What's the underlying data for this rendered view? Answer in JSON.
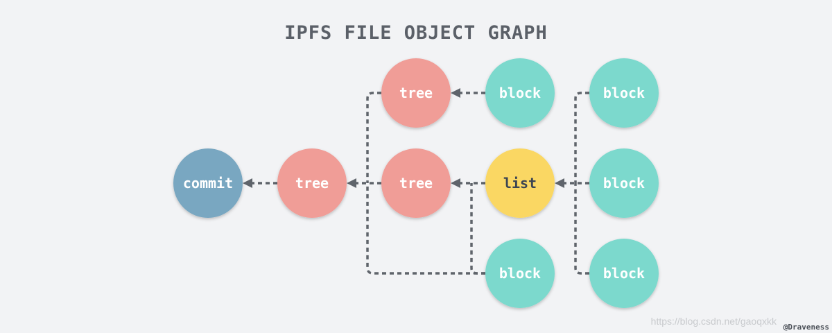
{
  "diagram": {
    "title": "IPFS FILE OBJECT GRAPH",
    "credit": "@Draveness",
    "watermark": "https://blog.csdn.net/gaoqxkk",
    "colors": {
      "commit": "#79a7c1",
      "tree": "#f09d97",
      "block": "#7cd9cd",
      "list": "#fad764",
      "edge": "#5f646b",
      "background": "#f2f3f5"
    },
    "nodes": [
      {
        "id": "commit",
        "label": "commit",
        "kind": "commit"
      },
      {
        "id": "tree-root",
        "label": "tree",
        "kind": "tree"
      },
      {
        "id": "tree-top",
        "label": "tree",
        "kind": "tree"
      },
      {
        "id": "tree-mid",
        "label": "tree",
        "kind": "tree"
      },
      {
        "id": "block-a",
        "label": "block",
        "kind": "block"
      },
      {
        "id": "list",
        "label": "list",
        "kind": "list"
      },
      {
        "id": "block-b",
        "label": "block",
        "kind": "block"
      },
      {
        "id": "block-c",
        "label": "block",
        "kind": "block"
      },
      {
        "id": "block-d",
        "label": "block",
        "kind": "block"
      },
      {
        "id": "block-e",
        "label": "block",
        "kind": "block"
      }
    ],
    "edges": [
      {
        "from": "tree-root",
        "to": "commit"
      },
      {
        "from": "tree-top",
        "to": "tree-root"
      },
      {
        "from": "tree-mid",
        "to": "tree-root"
      },
      {
        "from": "block-b",
        "to": "tree-root"
      },
      {
        "from": "block-a",
        "to": "tree-top"
      },
      {
        "from": "list",
        "to": "tree-mid"
      },
      {
        "from": "block-b",
        "to": "tree-mid"
      },
      {
        "from": "block-c",
        "to": "list"
      },
      {
        "from": "block-d",
        "to": "list"
      },
      {
        "from": "block-e",
        "to": "list"
      }
    ]
  }
}
